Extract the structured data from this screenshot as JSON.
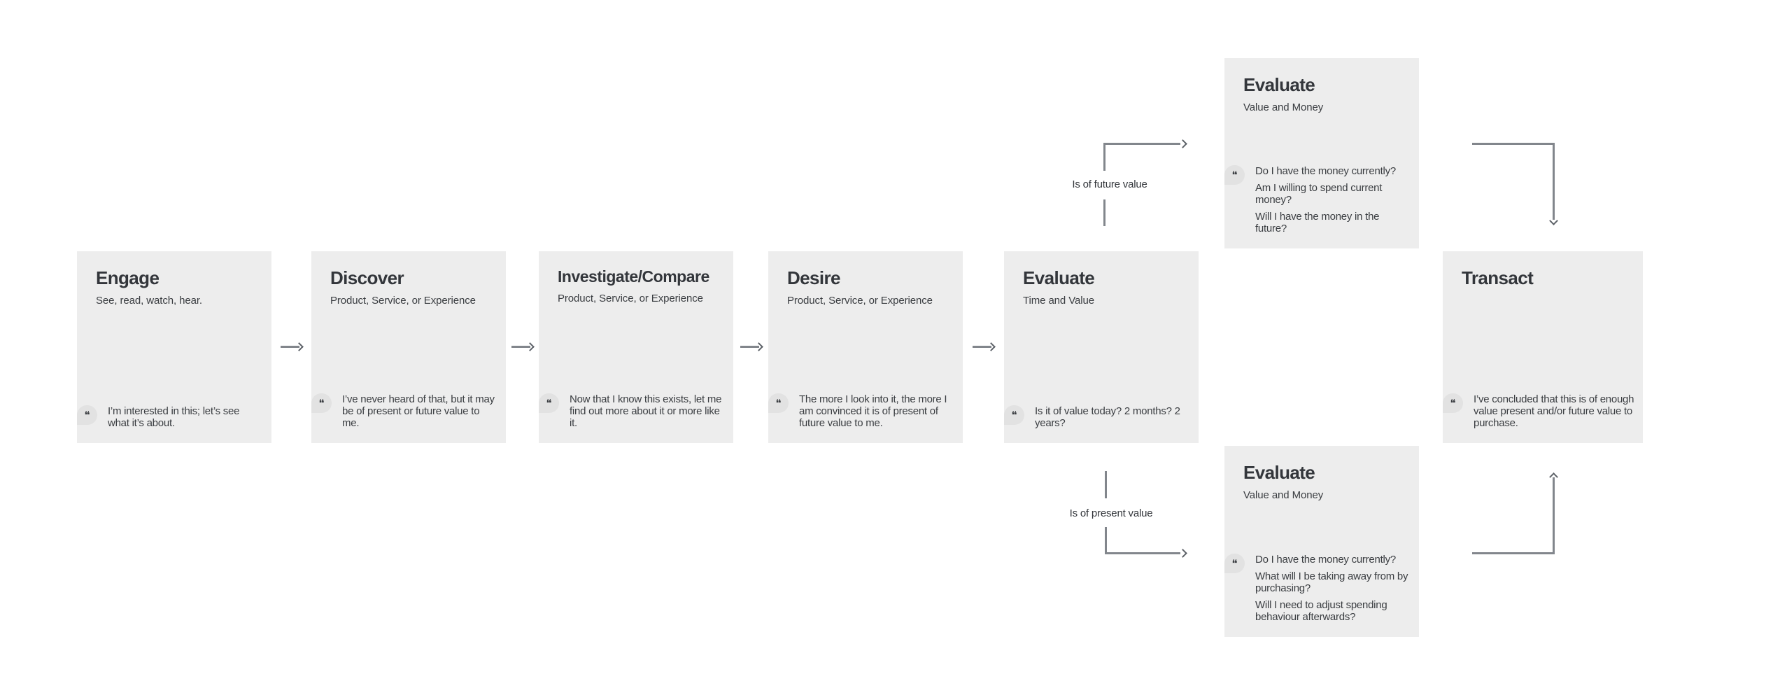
{
  "diagram": {
    "type": "customer-journey-flow"
  },
  "icons": {
    "quote_glyph": "❝"
  },
  "colors": {
    "card_bg": "#ededed",
    "quote_pill_bg": "#e2e2e2",
    "title_text": "#33363b",
    "body_text": "#3a3d41",
    "connector_line": "#82868c"
  },
  "cards": [
    {
      "id": "engage",
      "title": "Engage",
      "subtitle": "See, read, watch, hear.",
      "quotes": [
        "I’m interested in this; let’s see what it’s about."
      ]
    },
    {
      "id": "discover",
      "title": "Discover",
      "subtitle": "Product, Service, or Experience",
      "quotes": [
        "I’ve never heard of that, but it may be of present or future value to me."
      ]
    },
    {
      "id": "investigate",
      "title": "Investigate/Compare",
      "subtitle": "Product, Service, or Experience",
      "quotes": [
        "Now that I know this exists, let me find out more about it or more like it."
      ]
    },
    {
      "id": "desire",
      "title": "Desire",
      "subtitle": "Product, Service, or Experience",
      "quotes": [
        "The more I look into it, the more I am convinced it is of present of future value to me."
      ]
    },
    {
      "id": "evaluate-tv",
      "title": "Evaluate",
      "subtitle": "Time and Value",
      "quotes": [
        "Is it of value today? 2 months? 2 years?"
      ]
    },
    {
      "id": "evaluate-vm-top",
      "title": "Evaluate",
      "subtitle": "Value and Money",
      "quotes": [
        "Do I have the money currently?",
        "Am I willing to spend current money?",
        "Will I have the money in the future?"
      ]
    },
    {
      "id": "evaluate-vm-bottom",
      "title": "Evaluate",
      "subtitle": "Value and Money",
      "quotes": [
        "Do I have the money currently?",
        "What will I be taking away from by purchasing?",
        "Will I need to adjust spending behaviour afterwards?"
      ]
    },
    {
      "id": "transact",
      "title": "Transact",
      "subtitle": "",
      "quotes": [
        "I’ve concluded that this is of enough value present and/or future value to purchase."
      ]
    }
  ],
  "labels": {
    "future": "Is of future value",
    "present": "Is of present value"
  }
}
